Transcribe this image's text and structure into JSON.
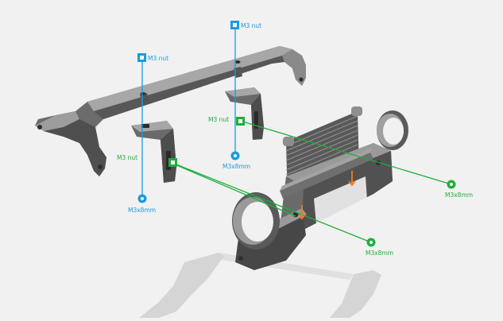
{
  "colors": {
    "background": "#f1f1f1",
    "part_dark": "#4a4a4a",
    "part_mid": "#6e6e6e",
    "part_light": "#a9a9a9",
    "shadow": "#cfcfcf",
    "nut_callout": "#1a9be0",
    "screw_callout": "#1fae3c",
    "direction_arrow": "#f07a22"
  },
  "callouts": {
    "nut_top_center": "M3 nut",
    "nut_top_left": "M3 nut",
    "nut_right_bracket": "M3 nut",
    "nut_left_bracket": "M3 nut",
    "screw_center": "M3x8mm",
    "screw_left": "M3x8mm",
    "screw_right": "M3x8mm",
    "screw_bottom": "M3x8mm"
  },
  "icons": {
    "nut_marker": "square-marker-icon",
    "screw_marker": "ring-marker-icon",
    "insert_arrow": "arrow-down-icon"
  }
}
